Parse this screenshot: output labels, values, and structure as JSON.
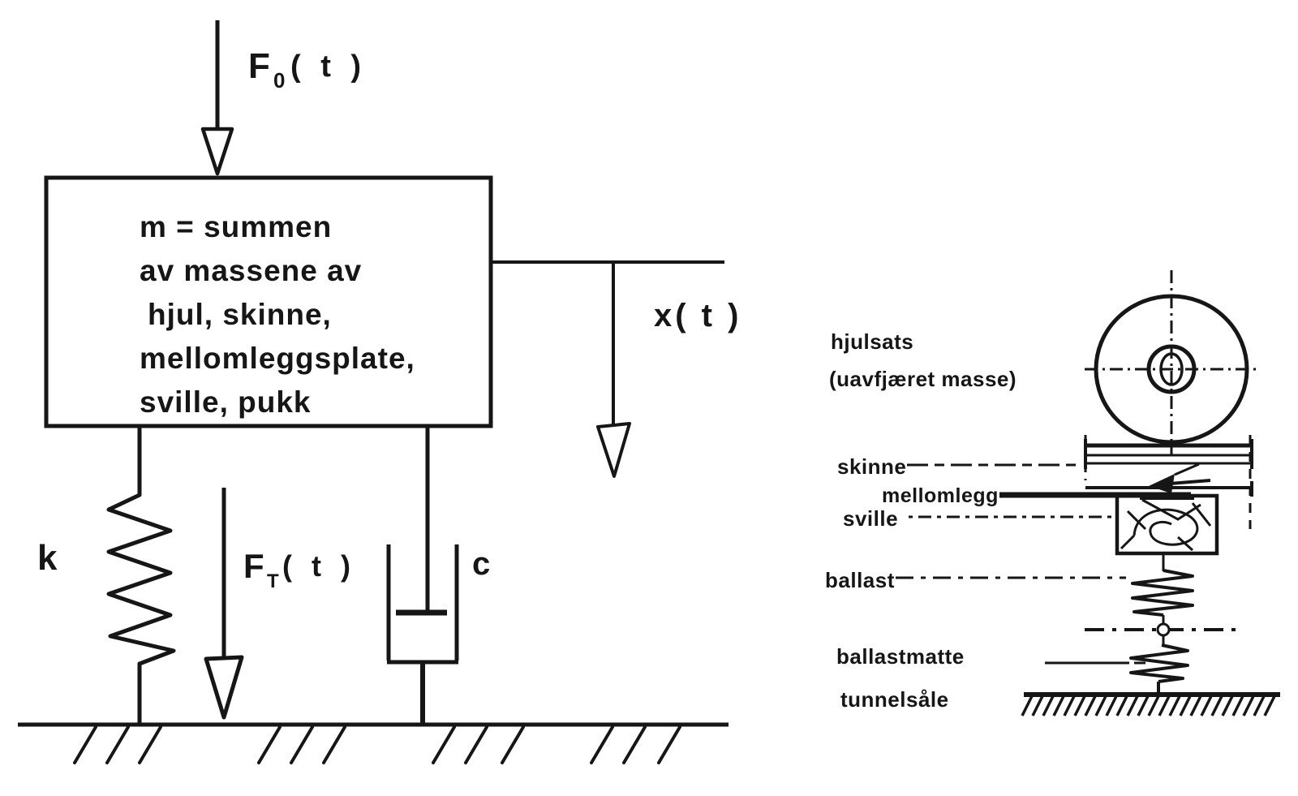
{
  "colors": {
    "ink": "#161616",
    "paper": "#ffffff"
  },
  "left_diagram": {
    "external_force": {
      "symbol": "F",
      "subscript": "0",
      "argument": "( t )"
    },
    "mass_box_lines": [
      "m = summen",
      "av massene av",
      "hjul, skinne,",
      "mellomleggsplate,",
      "sville, pukk"
    ],
    "displacement_label": "x( t )",
    "spring_constant_label": "k",
    "track_force": {
      "symbol": "F",
      "subscript": "T",
      "argument": "( t )"
    },
    "damping_label": "c"
  },
  "right_diagram": {
    "wheelset_label": "hjulsats",
    "wheelset_sublabel": "(uavfjæret masse)",
    "rail_label": "skinne",
    "rail_pad_label": "mellomlegg",
    "sleeper_label": "sville",
    "ballast_label": "ballast",
    "ballast_mat_label": "ballastmatte",
    "tunnel_floor_label": "tunnelsåle"
  }
}
